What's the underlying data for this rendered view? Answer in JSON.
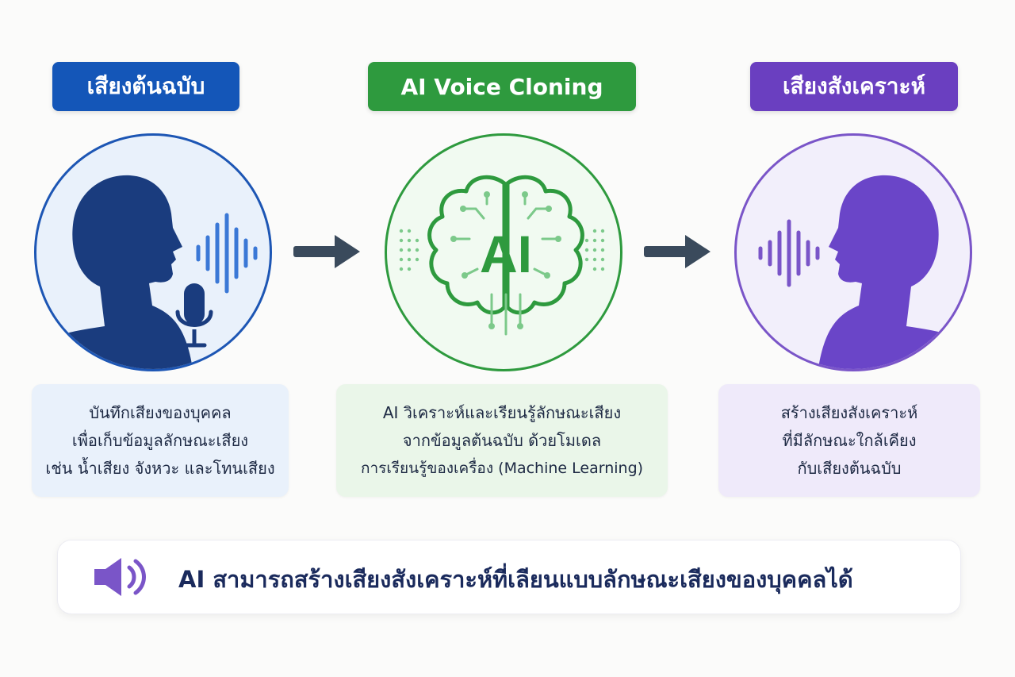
{
  "colors": {
    "blue": "#1456b8",
    "green": "#2e9a3e",
    "purple": "#6a3fc0",
    "arrow": "#3a4a5c"
  },
  "stages": [
    {
      "title": "เสียงต้นฉบับ",
      "icon": "person-speaking-with-microphone-icon",
      "description": [
        "บันทึกเสียงของบุคคล",
        "เพื่อเก็บข้อมูลลักษณะเสียง",
        "เช่น น้ำเสียง จังหวะ และโทนเสียง"
      ]
    },
    {
      "title": "AI Voice Cloning",
      "icon": "ai-brain-circuit-icon",
      "icon_text": "AI",
      "description": [
        "AI วิเคราะห์และเรียนรู้ลักษณะเสียง",
        "จากข้อมูลต้นฉบับ ด้วยโมเดล",
        "การเรียนรู้ของเครื่อง (Machine Learning)"
      ]
    },
    {
      "title": "เสียงสังเคราะห์",
      "icon": "synthetic-voice-person-icon",
      "description": [
        "สร้างเสียงสังเคราะห์",
        "ที่มีลักษณะใกล้เคียง",
        "กับเสียงต้นฉบับ"
      ]
    }
  ],
  "footer": {
    "icon": "speaker-icon",
    "text": "AI สามารถสร้างเสียงสังเคราะห์ที่เลียนแบบลักษณะเสียงของบุคคลได้"
  }
}
